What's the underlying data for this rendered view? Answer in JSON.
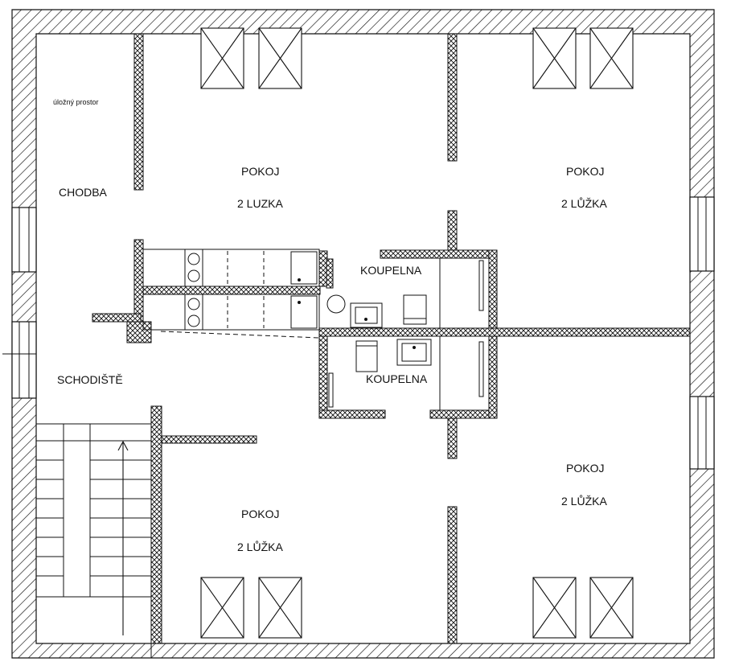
{
  "labels": {
    "storage": "úložný prostor",
    "corridor": "CHODBA",
    "staircase": "SCHODIŠTĚ",
    "room_tl_name": "POKOJ",
    "room_tl_beds": "2 LUZKA",
    "room_tr_name": "POKOJ",
    "room_tr_beds": "2 LŮŽKA",
    "room_br_name": "POKOJ",
    "room_br_beds": "2 LŮŽKA",
    "room_bl_name": "POKOJ",
    "room_bl_beds": "2 LŮŽKA",
    "bath_top": "KOUPELNA",
    "bath_bottom": "KOUPELNA"
  },
  "colors": {
    "line": "#111111",
    "background": "#ffffff"
  },
  "icons": {
    "roof_window": "window-cross-icon",
    "stair_arrow": "arrow-up-icon",
    "washbasin": "washbasin-icon",
    "toilet": "toilet-icon",
    "shower": "shower-tray-icon"
  }
}
